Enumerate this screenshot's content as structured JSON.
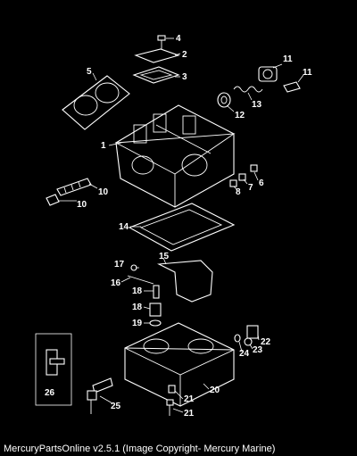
{
  "caption": "MercuryPartsOnline v2.5.1 (Image Copyright- Mercury Marine)",
  "callouts": {
    "c1": "1",
    "c2": "2",
    "c3": "3",
    "c4": "4",
    "c5": "5",
    "c6": "6",
    "c7": "7",
    "c8": "8",
    "c10a": "10",
    "c10b": "10",
    "c11a": "11",
    "c11b": "11",
    "c12": "12",
    "c13": "13",
    "c14": "14",
    "c15": "15",
    "c16": "16",
    "c17": "17",
    "c18a": "18",
    "c18b": "18",
    "c19": "19",
    "c20": "20",
    "c21a": "21",
    "c21b": "21",
    "c22": "22",
    "c23": "23",
    "c24": "24",
    "c25": "25",
    "c26": "26"
  }
}
